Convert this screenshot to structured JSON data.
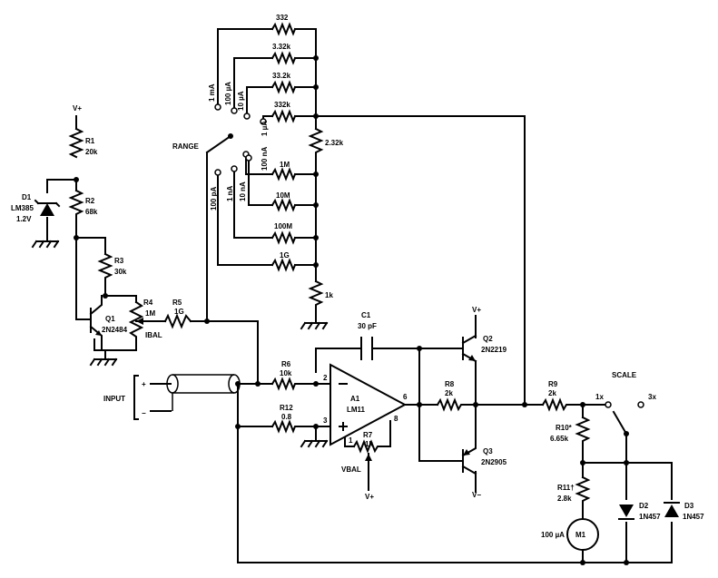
{
  "labels": {
    "vplus_top": "V+",
    "r1": "R1",
    "r1_val": "20k",
    "r2": "R2",
    "r2_val": "68k",
    "d1": "D1",
    "d1_part": "LM385",
    "d1_val": "1.2V",
    "r3": "R3",
    "r3_val": "30k",
    "q1": "Q1",
    "q1_part": "2N2484",
    "r4": "R4",
    "r4_val": "1M",
    "ibal": "IBAL",
    "r5": "R5",
    "r5_val": "1G",
    "range": "RANGE",
    "sw_1ma": "1 mA",
    "sw_100ua": "100 µA",
    "sw_10ua": "10 µA",
    "sw_1ua": "1 µA",
    "sw_100na": "100 nA",
    "sw_10na": "10 nA",
    "sw_1na": "1 nA",
    "sw_100pa": "100 pA",
    "rr_332": "332",
    "rr_3_32k": "3.32k",
    "rr_33_2k": "33.2k",
    "rr_332k": "332k",
    "rr_1m": "1M",
    "rr_10m": "10M",
    "rr_100m": "100M",
    "rr_1g": "1G",
    "r_2_32k": "2.32k",
    "r_1k": "1k",
    "c1": "C1",
    "c1_val": "30 pF",
    "q2": "Q2",
    "q2_part": "2N2219",
    "vplus_q2": "V+",
    "q3": "Q3",
    "q3_part": "2N2905",
    "vminus_q3": "V−",
    "input": "INPUT",
    "plus": "+",
    "minus": "−",
    "r6": "R6",
    "r6_val": "10k",
    "r12": "R12",
    "r12_val": "0.8",
    "a1": "A1",
    "a1_part": "LM11",
    "pin2": "2",
    "pin3": "3",
    "pin6": "6",
    "pin1": "1",
    "pin8": "8",
    "r7": "R7",
    "r7_val": "1k",
    "vbal": "VBAL",
    "vplus_bal": "V+",
    "r8": "R8",
    "r8_val": "2k",
    "r9": "R9",
    "r9_val": "2k",
    "scale": "SCALE",
    "sc_1x": "1x",
    "sc_3x": "3x",
    "r10": "R10*",
    "r10_val": "6.65k",
    "r11": "R11†",
    "r11_val": "2.8k",
    "meter_range": "100 µA",
    "m1": "M1",
    "d2": "D2",
    "d2_part": "1N457",
    "d3": "D3",
    "d3_part": "1N457"
  }
}
